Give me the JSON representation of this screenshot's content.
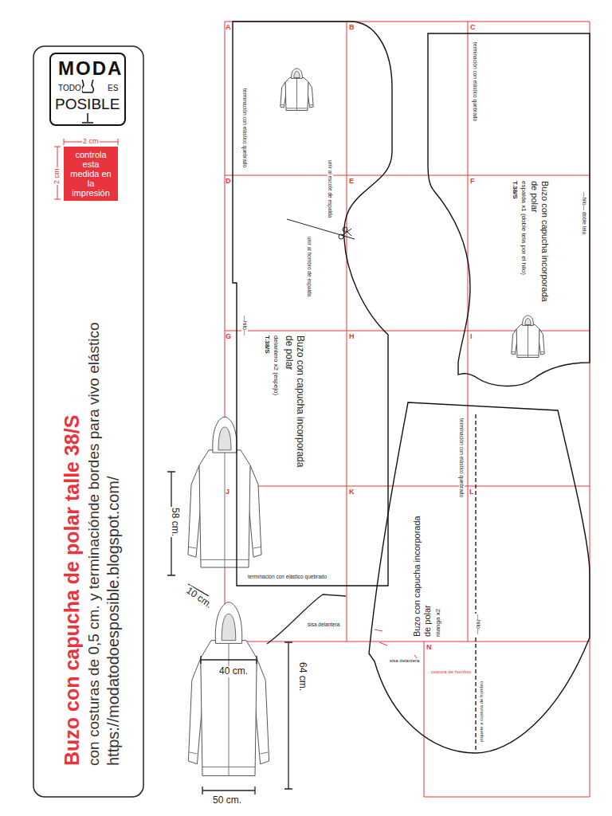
{
  "diagram": {
    "title": "Buzo con capucha de polar talle 38/S",
    "nodes": [
      {
        "text": [
          "MODA",
          "TODO",
          "ES",
          "POSIBLE"
        ]
      },
      {
        "text": [
          "controla esta medida en la impresión"
        ]
      },
      {
        "text": [
          "terminación con elástico quebrado",
          "unir al escote de espalda",
          "unir al hombro de espalda",
          "—hilo—",
          "Buzo con capucha incorporada de polar",
          "delantero x2 (espejo)",
          "T.38/S",
          "terminación con elástico quebrado"
        ]
      },
      {
        "text": [
          "terminación con elástico quebrado",
          "Buzo con capucha incorporada de polar",
          "espalda x1 (doble tela por el hilo)",
          "T.38/S",
          "—hilo— doble tela"
        ]
      },
      {
        "text": [
          "terminación con elástico quebrado",
          "Buzo con capucha incorporada de polar",
          "manga x2",
          "—hilo—",
          "sisa delantera",
          "costura de hombro",
          "piquete a costura de hombro"
        ]
      }
    ],
    "labels": [
      "con costuras de 0,5 cm. y terminaciónde bordes para vivo elástico",
      "https://modatodoesposible.blogspot.com/",
      "2 cm",
      "2 cm",
      "A",
      "B",
      "C",
      "D",
      "E",
      "F",
      "G",
      "H",
      "I",
      "J",
      "K",
      "L",
      "N",
      "58 cm.",
      "10 cm.",
      "40 cm.",
      "64 cm.",
      "50 cm.",
      "sisa delantera"
    ]
  }
}
